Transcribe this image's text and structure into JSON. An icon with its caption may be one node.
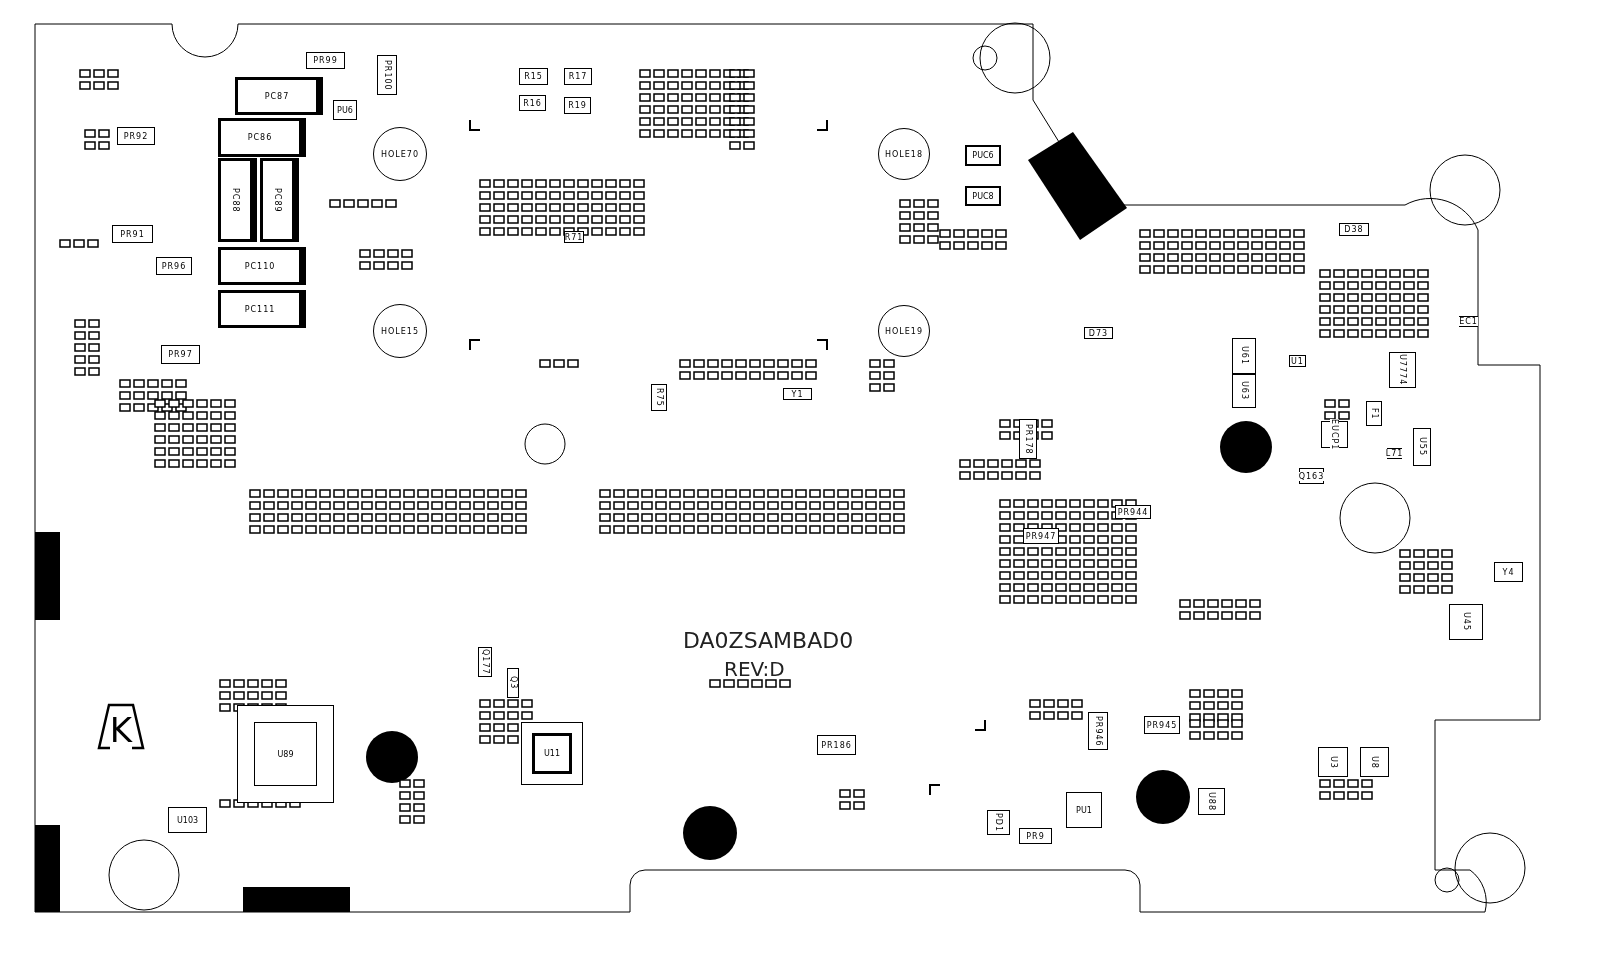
{
  "diagram": {
    "nodes": [
      {
        "text": [
          "PR99"
        ]
      },
      {
        "text": [
          "PC87"
        ]
      },
      {
        "text": [
          "PU6"
        ]
      },
      {
        "text": [
          "PR100"
        ]
      },
      {
        "text": [
          "R15"
        ]
      },
      {
        "text": [
          "R17"
        ]
      },
      {
        "text": [
          "R16"
        ]
      },
      {
        "text": [
          "R19"
        ]
      },
      {
        "text": [
          "PUC6"
        ]
      },
      {
        "text": [
          "PC86"
        ]
      },
      {
        "text": [
          "PR92"
        ]
      },
      {
        "text": [
          "HOLE70"
        ]
      },
      {
        "text": [
          "HOLE18"
        ]
      },
      {
        "text": [
          "PC88"
        ]
      },
      {
        "text": [
          "PC89"
        ]
      },
      {
        "text": [
          "PUC8"
        ]
      },
      {
        "text": [
          "D38"
        ]
      },
      {
        "text": [
          "PR91"
        ]
      },
      {
        "text": [
          "R71"
        ]
      },
      {
        "text": [
          "PC110"
        ]
      },
      {
        "text": [
          "PR96"
        ]
      },
      {
        "text": [
          "PC111"
        ]
      },
      {
        "text": [
          "HOLE15"
        ]
      },
      {
        "text": [
          "HOLE19"
        ]
      },
      {
        "text": [
          "D73"
        ]
      },
      {
        "text": [
          "EC1"
        ]
      },
      {
        "text": [
          "U1"
        ]
      },
      {
        "text": [
          "U61"
        ]
      },
      {
        "text": [
          "U7774"
        ]
      },
      {
        "text": [
          "PR97"
        ]
      },
      {
        "text": [
          "R75"
        ]
      },
      {
        "text": [
          "Y1"
        ]
      },
      {
        "text": [
          "U63"
        ]
      },
      {
        "text": [
          "F1"
        ]
      },
      {
        "text": [
          "PR178"
        ]
      },
      {
        "text": [
          "EUCP1"
        ]
      },
      {
        "text": [
          "L71"
        ]
      },
      {
        "text": [
          "U55"
        ]
      },
      {
        "text": [
          "Q163"
        ]
      },
      {
        "text": [
          "PR944"
        ]
      },
      {
        "text": [
          "PR947"
        ]
      },
      {
        "text": [
          "Y4"
        ]
      },
      {
        "text": [
          "U45"
        ]
      },
      {
        "text": [
          "Q177"
        ]
      },
      {
        "text": [
          "Q3"
        ]
      },
      {
        "text": [
          "K"
        ]
      },
      {
        "text": [
          "U89"
        ]
      },
      {
        "text": [
          "U11"
        ]
      },
      {
        "text": [
          "PR945"
        ]
      },
      {
        "text": [
          "PR946"
        ]
      },
      {
        "text": [
          "PR186"
        ]
      },
      {
        "text": [
          "U3"
        ]
      },
      {
        "text": [
          "U8"
        ]
      },
      {
        "text": [
          "PU1"
        ]
      },
      {
        "text": [
          "U88"
        ]
      },
      {
        "text": [
          "U103"
        ]
      },
      {
        "text": [
          "PD1"
        ]
      },
      {
        "text": [
          "PR9"
        ]
      }
    ],
    "labels": [
      "DA0ZSAMBAD0",
      "REV:D"
    ]
  }
}
